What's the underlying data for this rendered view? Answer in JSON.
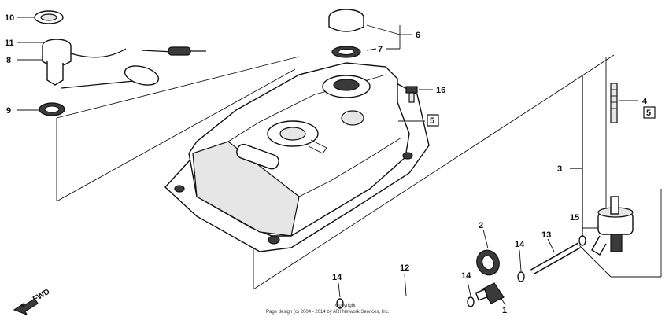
{
  "diagram": {
    "callouts": {
      "c1": "1",
      "c2": "2",
      "c3": "3",
      "c4": "4",
      "c5a": "5",
      "c5b": "5",
      "c6": "6",
      "c7": "7",
      "c8": "8",
      "c9": "9",
      "c10": "10",
      "c11": "11",
      "c12": "12",
      "c13": "13",
      "c14a": "14",
      "c14b": "14",
      "c14c": "14",
      "c15": "15",
      "c16": "16"
    },
    "fwd_label": "FWD",
    "copyright_line1": "Copyright",
    "copyright_line2": "Page design (c) 2004 - 2014 by ARI Network Services, Inc."
  }
}
